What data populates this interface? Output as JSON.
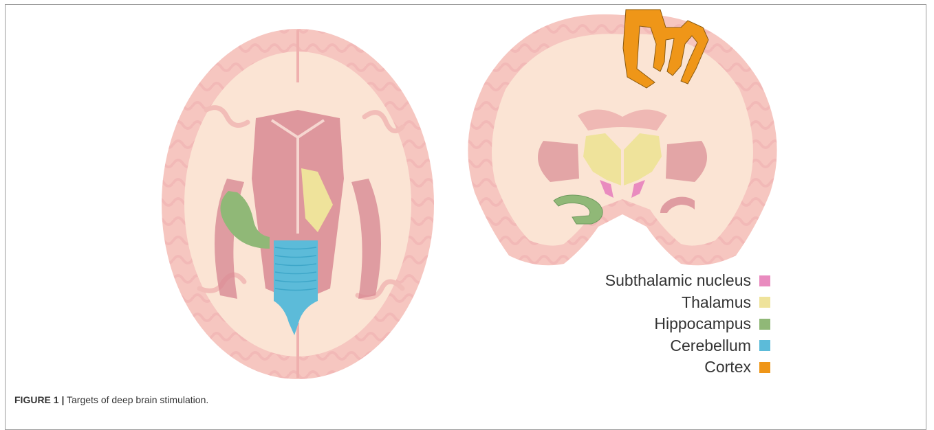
{
  "figure": {
    "caption_label": "FIGURE 1 |",
    "caption_text": "Targets of deep brain stimulation."
  },
  "legend": [
    {
      "label": "Subthalamic nucleus",
      "color": "#e98bbf"
    },
    {
      "label": "Thalamus",
      "color": "#efe39b"
    },
    {
      "label": "Hippocampus",
      "color": "#90b877"
    },
    {
      "label": "Cerebellum",
      "color": "#5cbbd9"
    },
    {
      "label": "Cortex",
      "color": "#ef9618"
    }
  ],
  "colors": {
    "brain_outer": "#f6c6c0",
    "brain_inner": "#fbe4d4",
    "deep_structures": "#d88a93",
    "sulci": "#f1b8b4"
  }
}
